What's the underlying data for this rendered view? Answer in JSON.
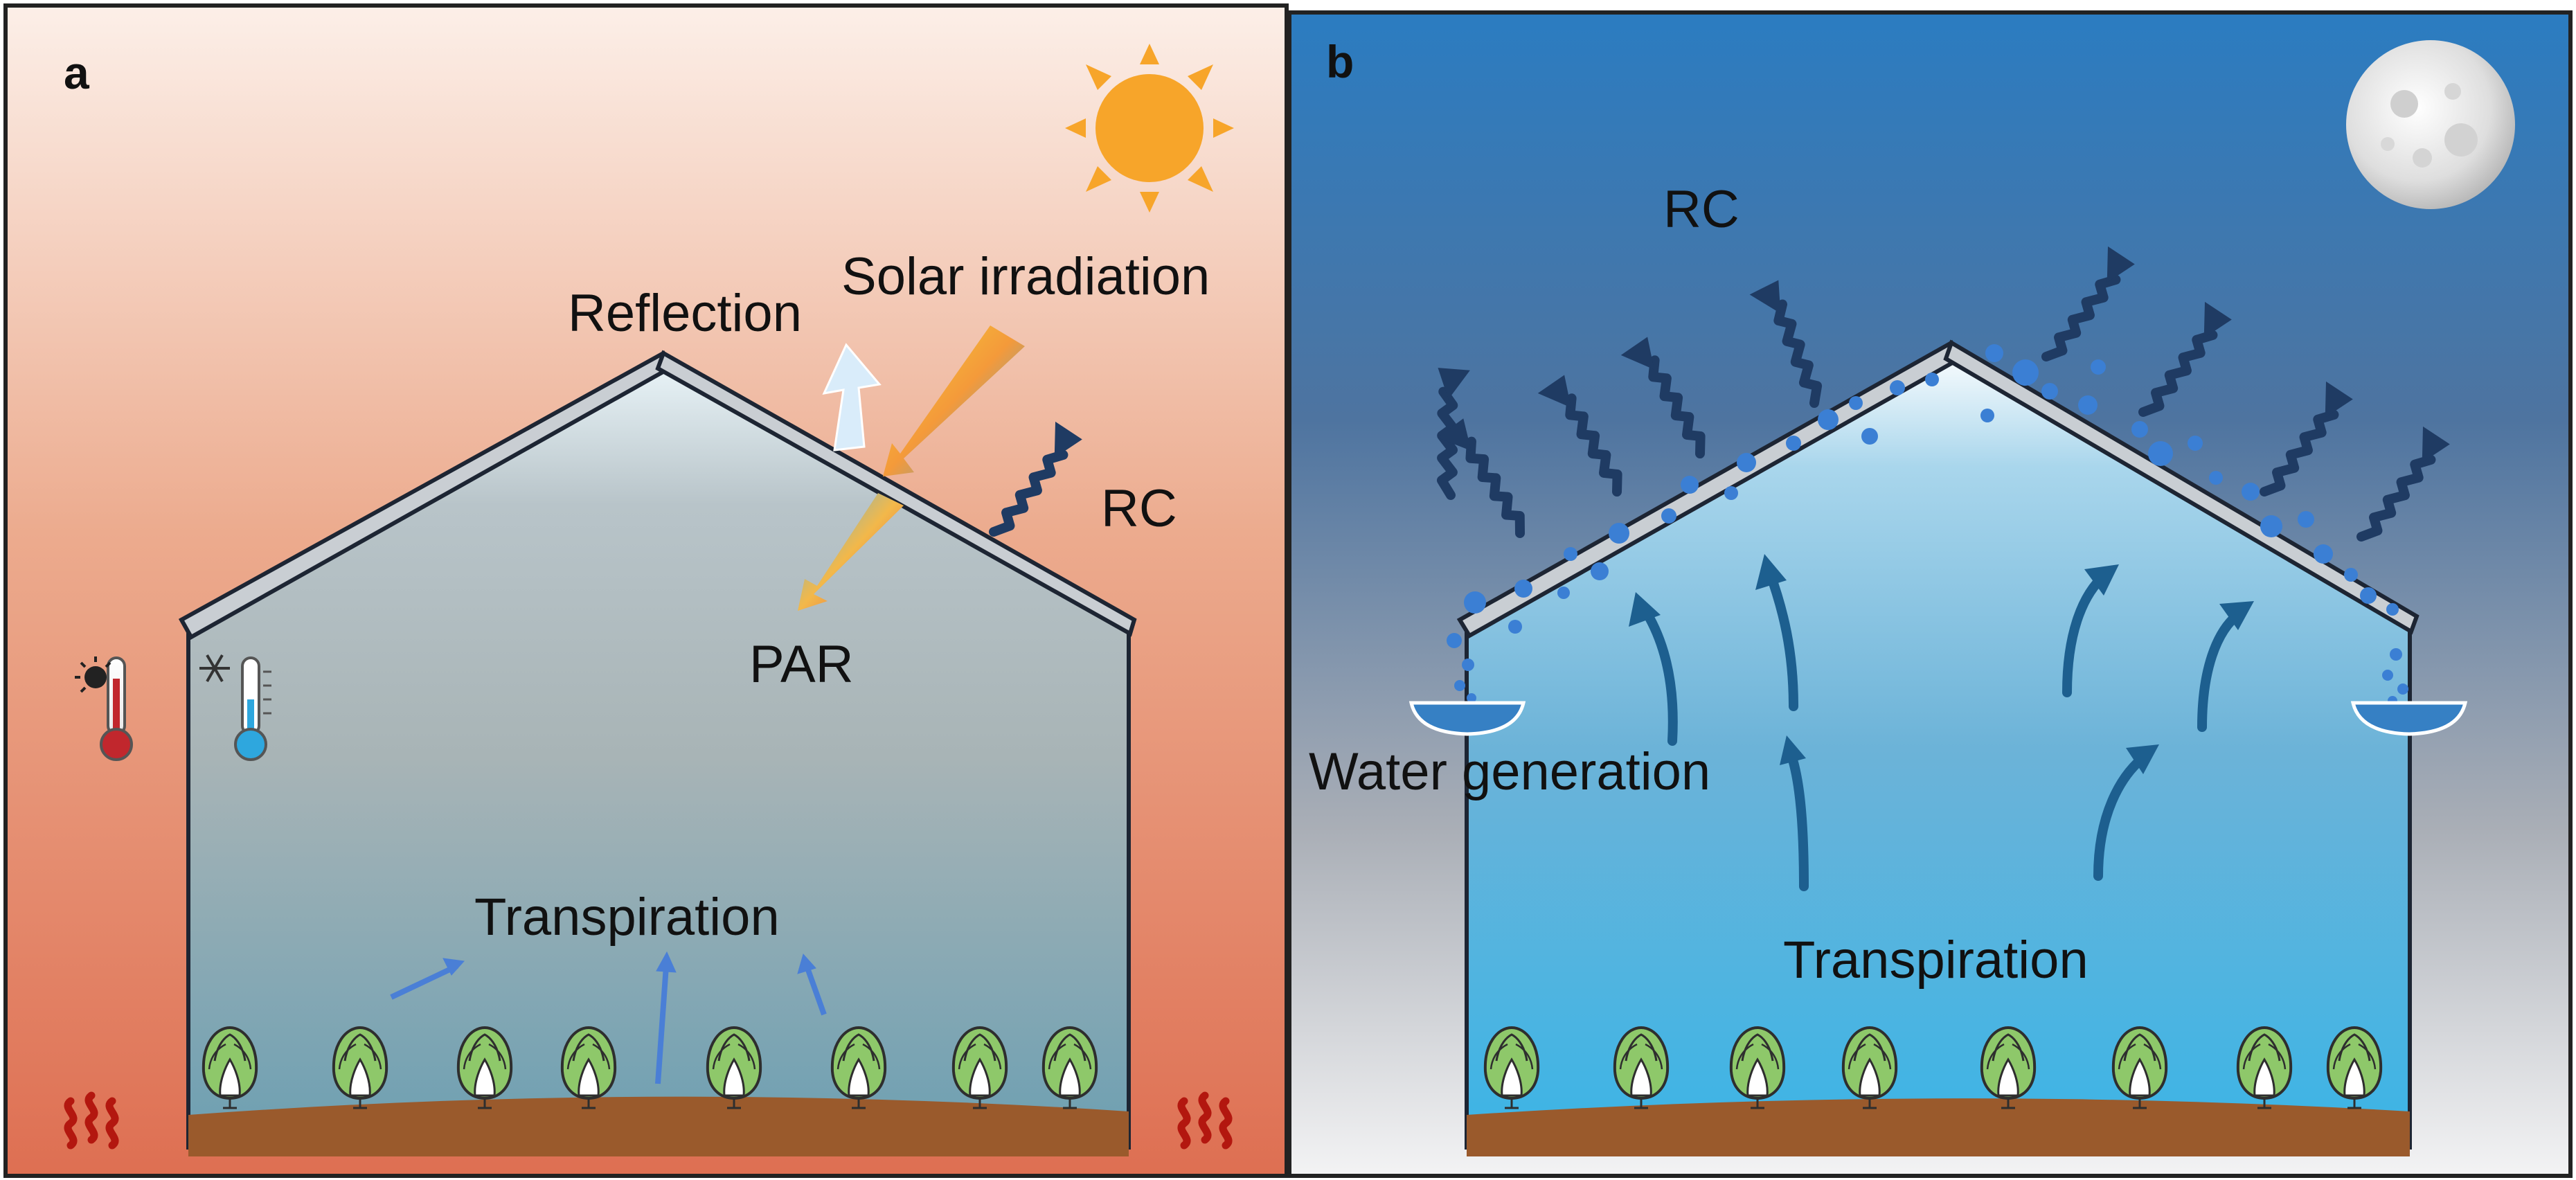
{
  "panel_a": {
    "letter": "a",
    "labels": {
      "reflection": "Reflection",
      "solar_irradiation": "Solar irradiation",
      "rc": "RC",
      "par": "PAR",
      "transpiration": "Transpiration"
    }
  },
  "panel_b": {
    "letter": "b",
    "labels": {
      "rc": "RC",
      "water_generation": "Water generation",
      "transpiration": "Transpiration"
    }
  },
  "colors": {
    "hot_sky_top": "#fbe9e0",
    "hot_sky_bottom": "#e0785a",
    "night_sky_top": "#2a7ec2",
    "night_sky_bottom": "#b9bcc3",
    "wave_arrow": "#1f3b63",
    "transpiration_arrow_a": "#4a7fd6",
    "transpiration_arrow_b": "#1d5f8f",
    "droplet": "#3b7fd4",
    "soil": "#9a5a2c",
    "sun": "#f7a52a",
    "heat": "#b3170f"
  },
  "icons": [
    "sun-icon",
    "moon-icon",
    "hot-thermometer-icon",
    "cold-thermometer-icon",
    "snowflake-icon",
    "heat-waves-icon",
    "plant-icon"
  ]
}
